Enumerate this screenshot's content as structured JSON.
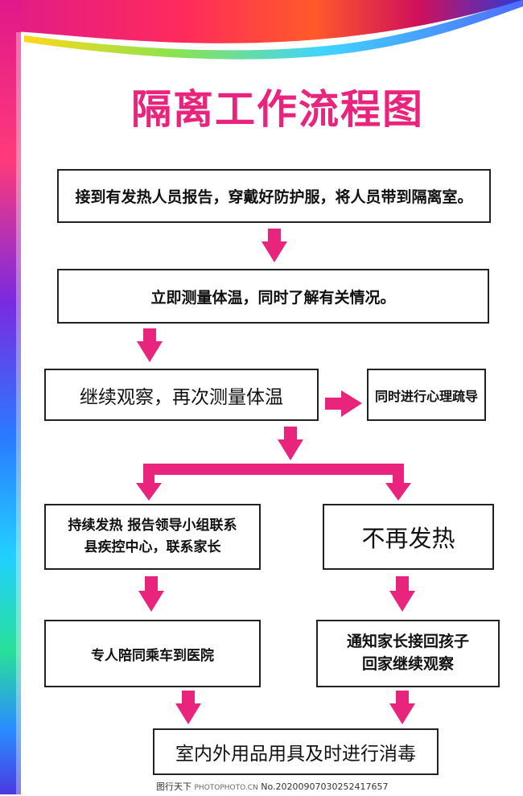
{
  "title": "隔离工作流程图",
  "colors": {
    "accent": "#e8247c",
    "box_border": "#222222"
  },
  "steps": {
    "report": "接到有发热人员报告，穿戴好防护服，将人员带到隔离室。",
    "measure": "立即测量体温，同时了解有关情况。",
    "observe": "继续观察，再次测量体温",
    "counsel": "同时进行心理疏导",
    "fever_line1": "持续发热 报告领导小组联系",
    "fever_line2": "县疾控中心，联系家长",
    "no_fever": "不再发热",
    "hospital": "专人陪同乘车到医院",
    "parents_line1": "通知家长接回孩子",
    "parents_line2": "回家继续观察",
    "disinfect": "室内外用品用具及时进行消毒"
  },
  "footer": {
    "site": "图行天下",
    "photo": "PHOTOPHOTO.CN",
    "id": "No.20200907030252417657"
  }
}
